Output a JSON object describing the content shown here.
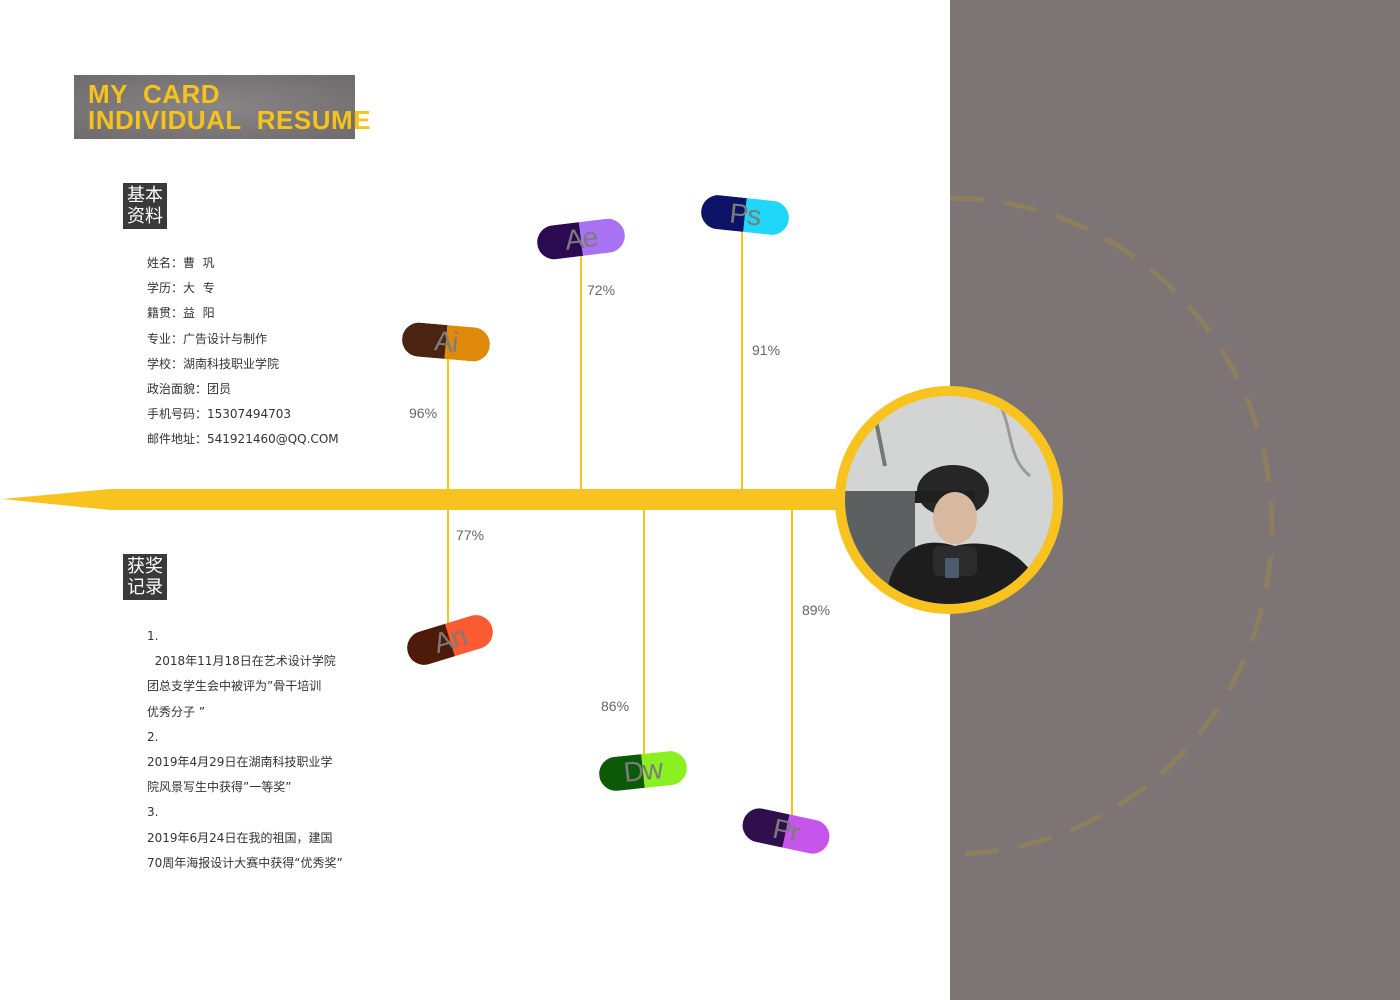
{
  "title": {
    "line1": "MY  CARD",
    "line2": "INDIVIDUAL  RESUME"
  },
  "sections": {
    "basic": {
      "line1": "基本",
      "line2": "资料"
    },
    "awards": {
      "line1": "获奖",
      "line2": "记录"
    }
  },
  "basic_info": [
    {
      "label": "姓名：",
      "value": "曹  巩"
    },
    {
      "label": "学历：",
      "value": "大  专"
    },
    {
      "label": "籍贯：",
      "value": "益  阳"
    },
    {
      "label": "专业：",
      "value": "广告设计与制作"
    },
    {
      "label": "学校：",
      "value": "湖南科技职业学院"
    },
    {
      "label": "政治面貌：",
      "value": "团员"
    },
    {
      "label": "手机号码：",
      "value": "15307494703"
    },
    {
      "label": "邮件地址：",
      "value": "541921460@QQ.COM"
    }
  ],
  "awards": [
    "1.",
    "  2018年11月18日在艺术设计学院",
    "团总支学生会中被评为”骨干培训",
    "优秀分子 ”",
    "2.",
    "2019年4月29日在湖南科技职业学",
    "院风景写生中获得”一等奖”",
    "3.",
    "2019年6月24日在我的祖国，建国",
    "70周年海报设计大赛中获得“优秀奖”"
  ],
  "skills": [
    {
      "name": "Ai",
      "percent": "96%",
      "colors": [
        "#4a2410",
        "#df8a0b"
      ]
    },
    {
      "name": "Ae",
      "percent": "72%",
      "colors": [
        "#2c0a52",
        "#a872f2"
      ]
    },
    {
      "name": "Ps",
      "percent": "91%",
      "colors": [
        "#0c1467",
        "#1ed7f9"
      ]
    },
    {
      "name": "An",
      "percent": "77%",
      "colors": [
        "#4e1b0a",
        "#fa5b32"
      ]
    },
    {
      "name": "Dw",
      "percent": "86%",
      "colors": [
        "#0c5a07",
        "#8af020"
      ]
    },
    {
      "name": "Pr",
      "percent": "89%",
      "colors": [
        "#300f4f",
        "#c555eb"
      ]
    }
  ],
  "colors": {
    "accent": "#f9c31f",
    "panel": "#7c7475",
    "tag": "#3a3a3a"
  }
}
